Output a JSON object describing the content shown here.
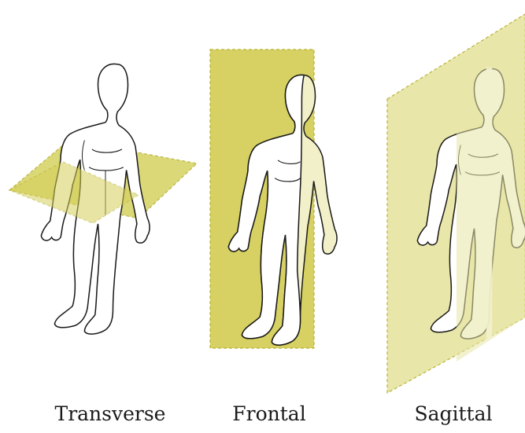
{
  "colors": {
    "plane_fill": "#d4cf5a",
    "plane_fill_light": "#e8e5a6",
    "plane_stroke": "#b5ae2a",
    "outline": "#1a1a1a",
    "body_fill": "#ffffff"
  },
  "labels": {
    "transverse": "Transverse",
    "frontal": "Frontal",
    "sagittal": "Sagittal"
  }
}
